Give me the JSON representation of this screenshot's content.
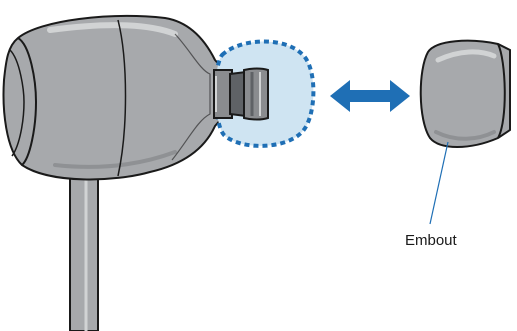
{
  "diagram": {
    "callout_label": "Embout",
    "icons": {
      "earphone": "earphone-body",
      "nozzle": "earphone-nozzle",
      "highlight": "nozzle-highlight-dashed",
      "arrow": "double-arrow",
      "eartip": "eartip"
    },
    "colors": {
      "body_fill": "#a7a9ac",
      "body_highlight": "#d1d3d4",
      "outline": "#1a1a1a",
      "nozzle_fill": "#8a8c8f",
      "nozzle_dark": "#5f6266",
      "highlight_fill": "#cfe4f2",
      "highlight_stroke": "#1f6fb5",
      "arrow_fill": "#1f6fb5",
      "eartip_fill": "#a7a9ac"
    }
  }
}
